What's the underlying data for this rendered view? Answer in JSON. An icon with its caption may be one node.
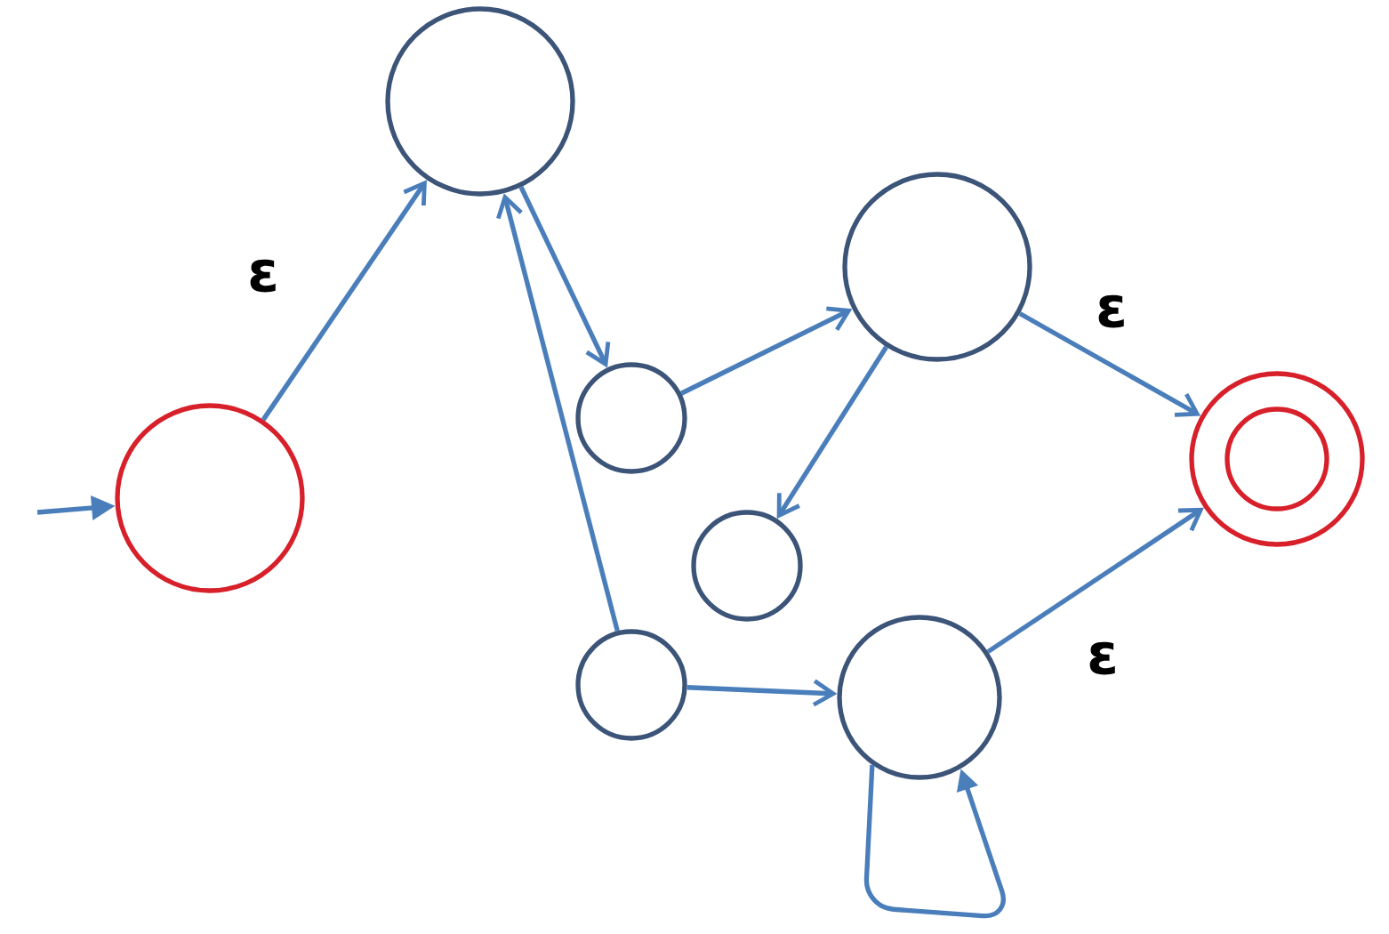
{
  "diagram": {
    "nodes": [
      {
        "text": [],
        "shape": "circle"
      },
      {
        "text": [],
        "shape": "circle"
      },
      {
        "text": [],
        "shape": "circle"
      },
      {
        "text": [],
        "shape": "circle"
      },
      {
        "text": [],
        "shape": "circle"
      },
      {
        "text": [],
        "shape": "circle"
      },
      {
        "text": [],
        "shape": "circle"
      },
      {
        "text": [],
        "shape": "circle"
      }
    ],
    "edges": [
      {
        "from": null,
        "to": 0,
        "arrow": "to"
      },
      {
        "from": 0,
        "to": 1,
        "arrow": "to",
        "label": "ε"
      },
      {
        "from": 1,
        "to": 2,
        "arrow": "to"
      },
      {
        "from": 2,
        "to": 3,
        "arrow": "to"
      },
      {
        "from": 3,
        "to": 4,
        "arrow": "to"
      },
      {
        "from": 5,
        "to": 1,
        "arrow": "to"
      },
      {
        "from": 5,
        "to": 6,
        "arrow": "to"
      },
      {
        "from": 3,
        "to": 7,
        "arrow": "to",
        "label": "ε"
      },
      {
        "from": 6,
        "to": 7,
        "arrow": "to",
        "label": "ε"
      },
      {
        "from": 6,
        "to": 6,
        "arrow": "to"
      }
    ]
  }
}
